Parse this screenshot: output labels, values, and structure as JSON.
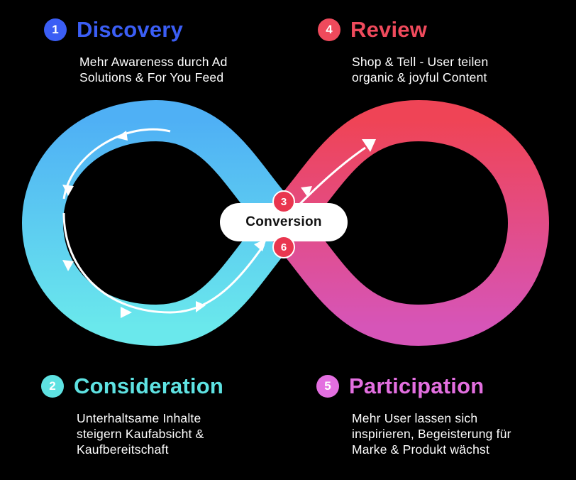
{
  "stages": {
    "discovery": {
      "number": "1",
      "title": "Discovery",
      "desc_line1": "Mehr Awareness durch Ad",
      "desc_line2": "Solutions & For You Feed",
      "color": "#3b5ef5"
    },
    "consideration": {
      "number": "2",
      "title": "Consideration",
      "desc_line1": "Unterhaltsame Inhalte",
      "desc_line2": "steigern Kaufabsicht &",
      "desc_line3": "Kaufbereitschaft",
      "color": "#5ee2e2"
    },
    "review": {
      "number": "4",
      "title": "Review",
      "desc_line1": "Shop & Tell - User teilen",
      "desc_line2": "organic & joyful Content",
      "color": "#ef4a5c"
    },
    "participation": {
      "number": "5",
      "title": "Participation",
      "desc_line1": "Mehr User lassen sich",
      "desc_line2": "inspirieren, Begeisterung für",
      "desc_line3": "Marke & Produkt wächst",
      "color": "#e36fe0"
    }
  },
  "conversion": {
    "label": "Conversion",
    "badge_top": "3",
    "badge_bottom": "6",
    "badge_color": "#e9364f"
  },
  "loop_colors": {
    "left_top": "#4fb0f5",
    "left_bottom": "#6ae8ec",
    "right_top": "#ef4456",
    "right_bottom": "#d655b8"
  }
}
